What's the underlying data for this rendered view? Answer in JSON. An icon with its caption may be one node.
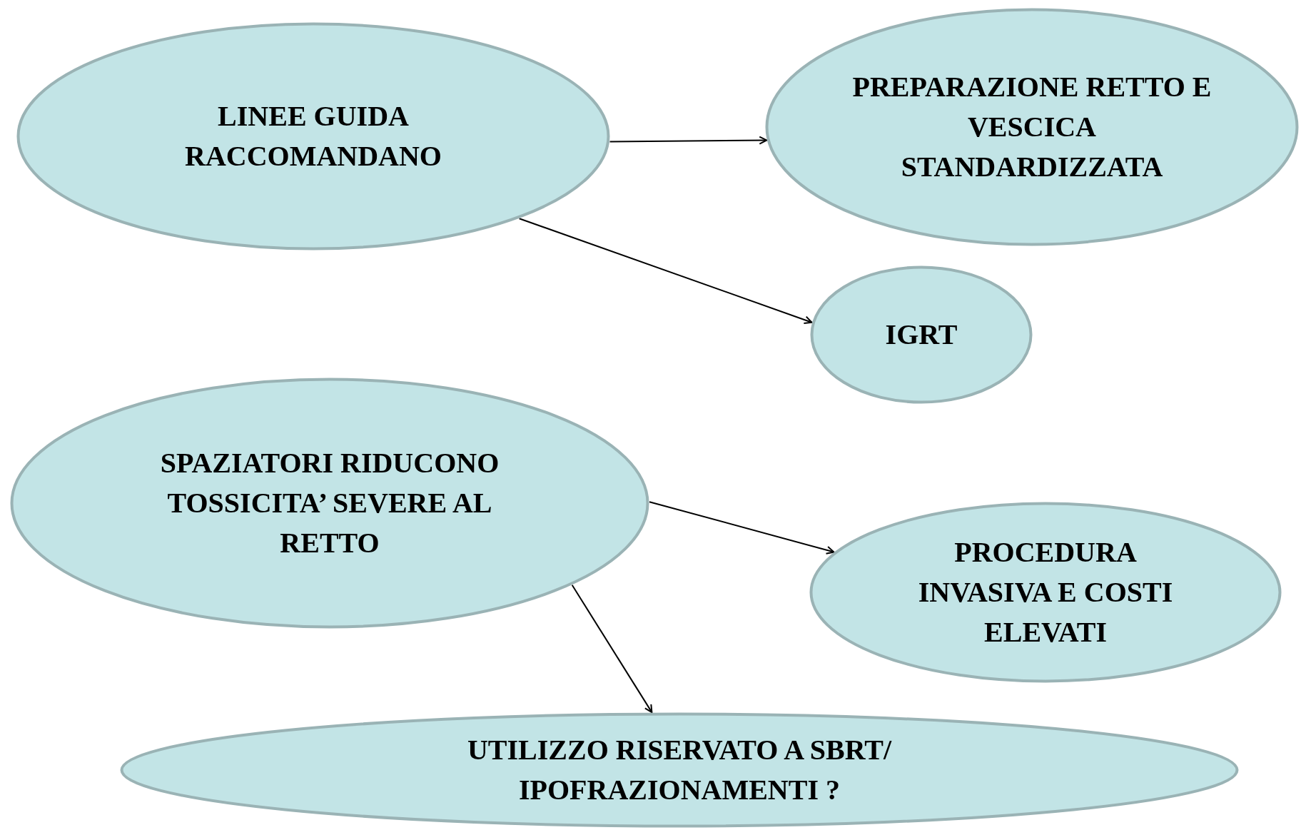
{
  "diagram": {
    "nodes": [
      {
        "text": [
          "LINEE GUIDA RACCOMANDANO"
        ]
      },
      {
        "text": [
          "PREPARAZIONE RETTO E VESCICA STANDARDIZZATA"
        ]
      },
      {
        "text": [
          "IGRT"
        ]
      },
      {
        "text": [
          "SPAZIATORI RIDUCONO TOSSICITA’ SEVERE AL RETTO"
        ]
      },
      {
        "text": [
          "PROCEDURA INVASIVA E COSTI ELEVATI"
        ]
      },
      {
        "text": [
          "UTILIZZO RISERVATO A SBRT/ IPOFRAZIONAMENTI ?"
        ]
      }
    ],
    "edges": [
      {
        "from": 0,
        "to": 1,
        "arrow": "to"
      },
      {
        "from": 0,
        "to": 2,
        "arrow": "to"
      },
      {
        "from": 3,
        "to": 4,
        "arrow": "to"
      },
      {
        "from": 3,
        "to": 5,
        "arrow": "to"
      }
    ]
  }
}
